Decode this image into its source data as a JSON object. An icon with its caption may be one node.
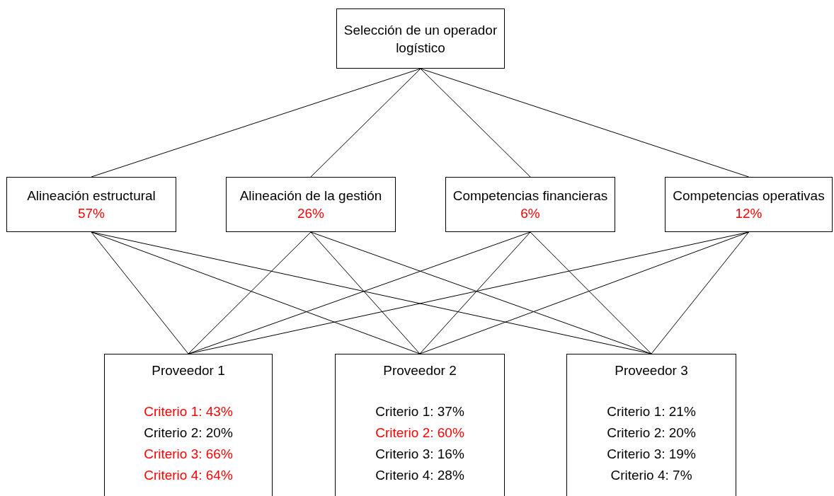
{
  "diagram": {
    "nodes": [
      {
        "text": [
          "Selección de un operador logístico"
        ]
      },
      {
        "text": [
          "Alineación estructural",
          "57%"
        ]
      },
      {
        "text": [
          "Alineación de la gestión",
          "26%"
        ]
      },
      {
        "text": [
          "Competencias financieras",
          "6%"
        ]
      },
      {
        "text": [
          "Competencias operativas",
          "12%"
        ]
      },
      {
        "text": [
          "Proveedor 1",
          "Criterio 1: 43%",
          "Criterio 2: 20%",
          "Criterio 3: 66%",
          "Criterio 4: 64%"
        ]
      },
      {
        "text": [
          "Proveedor 2",
          "Criterio 1: 37%",
          "Criterio 2: 60%",
          "Criterio 3: 16%",
          "Criterio 4: 28%"
        ]
      },
      {
        "text": [
          "Proveedor 3",
          "Criterio 1: 21%",
          "Criterio 2: 20%",
          "Criterio 3: 19%",
          "Criterio 4: 7%"
        ]
      }
    ],
    "edges": [
      {
        "from": 0,
        "to": 1,
        "arrow": "none"
      },
      {
        "from": 0,
        "to": 2,
        "arrow": "none"
      },
      {
        "from": 0,
        "to": 3,
        "arrow": "none"
      },
      {
        "from": 0,
        "to": 4,
        "arrow": "none"
      },
      {
        "from": 1,
        "to": 5,
        "arrow": "none"
      },
      {
        "from": 1,
        "to": 6,
        "arrow": "none"
      },
      {
        "from": 1,
        "to": 7,
        "arrow": "none"
      },
      {
        "from": 2,
        "to": 5,
        "arrow": "none"
      },
      {
        "from": 2,
        "to": 6,
        "arrow": "none"
      },
      {
        "from": 2,
        "to": 7,
        "arrow": "none"
      },
      {
        "from": 3,
        "to": 5,
        "arrow": "none"
      },
      {
        "from": 3,
        "to": 6,
        "arrow": "none"
      },
      {
        "from": 3,
        "to": 7,
        "arrow": "none"
      },
      {
        "from": 4,
        "to": 5,
        "arrow": "none"
      },
      {
        "from": 4,
        "to": 6,
        "arrow": "none"
      },
      {
        "from": 4,
        "to": 7,
        "arrow": "none"
      }
    ]
  }
}
